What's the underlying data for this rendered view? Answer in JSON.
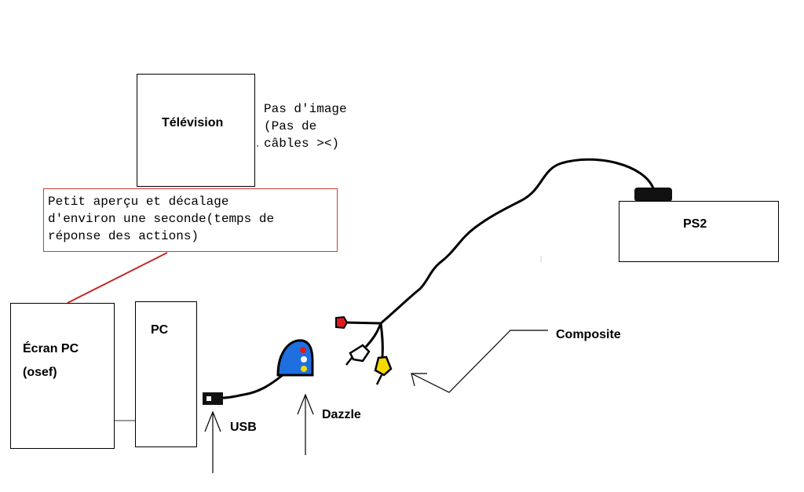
{
  "devices": {
    "television": "Télévision",
    "ps2": "PS2",
    "ecran_pc": "Écran PC\n(osef)",
    "pc": "PC"
  },
  "notes": {
    "tv_status": "Pas d'image\n(Pas de\ncâbles ><)",
    "pc_preview": "Petit aperçu  et décalage\nd'environ une seconde(temps de\nréponse des actions)"
  },
  "labels": {
    "composite": "Composite",
    "usb": "USB",
    "dazzle": "Dazzle"
  },
  "colors": {
    "callout_border": "#d23a3a",
    "callout_line": "#c62828",
    "dazzle_body": "#1e6fe0",
    "plug_red": "#e01b1b",
    "plug_yellow": "#f5d800",
    "plug_white": "#ffffff",
    "cable": "#000000"
  }
}
